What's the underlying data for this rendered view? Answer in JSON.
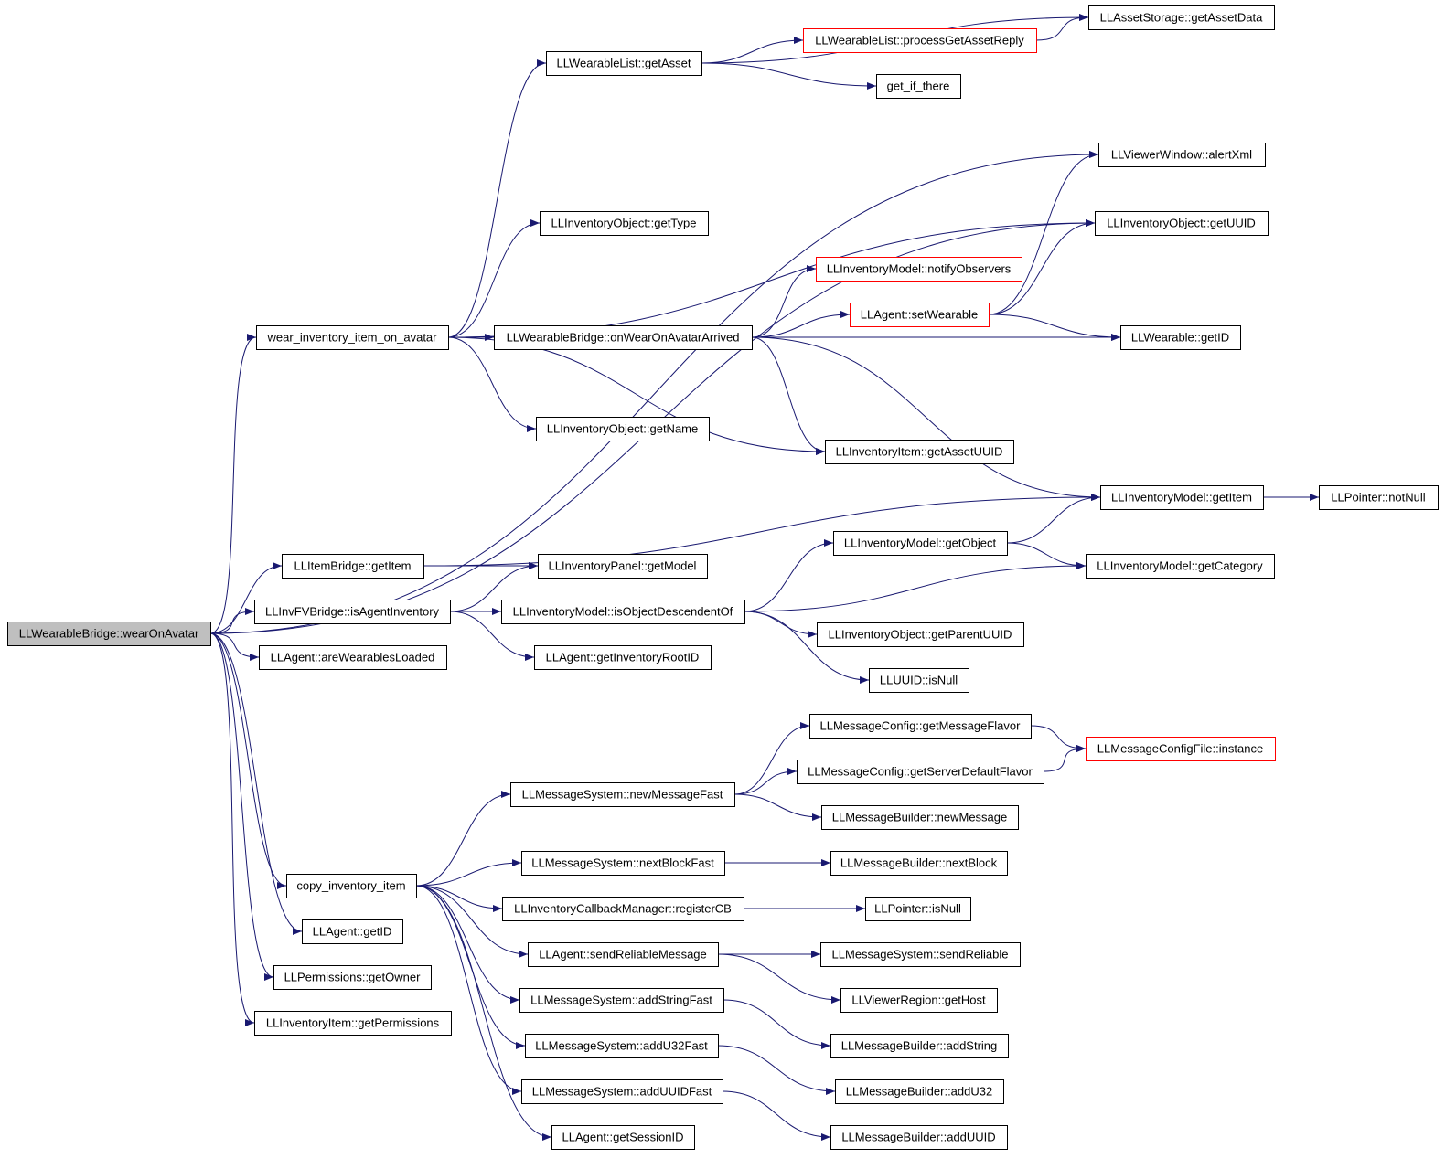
{
  "diagram": {
    "root": "LLWearableBridge::wearOnAvatar",
    "nodes": [
      {
        "id": "wearOnAvatar",
        "label": "LLWearableBridge::wearOnAvatar",
        "style": "root"
      },
      {
        "id": "wearInvItem",
        "label": "wear_inventory_item_on_avatar",
        "style": "normal"
      },
      {
        "id": "itemGetItem",
        "label": "LLItemBridge::getItem",
        "style": "normal"
      },
      {
        "id": "isAgentInv",
        "label": "LLInvFVBridge::isAgentInventory",
        "style": "normal"
      },
      {
        "id": "areWearLoaded",
        "label": "LLAgent::areWearablesLoaded",
        "style": "normal"
      },
      {
        "id": "copyInvItem",
        "label": "copy_inventory_item",
        "style": "normal"
      },
      {
        "id": "agentGetID",
        "label": "LLAgent::getID",
        "style": "normal"
      },
      {
        "id": "permGetOwner",
        "label": "LLPermissions::getOwner",
        "style": "normal"
      },
      {
        "id": "invItemGetPerm",
        "label": "LLInventoryItem::getPermissions",
        "style": "normal"
      },
      {
        "id": "wlGetAsset",
        "label": "LLWearableList::getAsset",
        "style": "normal"
      },
      {
        "id": "invObjGetType",
        "label": "LLInventoryObject::getType",
        "style": "normal"
      },
      {
        "id": "onWearArrived",
        "label": "LLWearableBridge::onWearOnAvatarArrived",
        "style": "normal"
      },
      {
        "id": "invObjGetName",
        "label": "LLInventoryObject::getName",
        "style": "normal"
      },
      {
        "id": "invPanelGetModel",
        "label": "LLInventoryPanel::getModel",
        "style": "normal"
      },
      {
        "id": "isObjDesc",
        "label": "LLInventoryModel::isObjectDescendentOf",
        "style": "normal"
      },
      {
        "id": "getInvRootID",
        "label": "LLAgent::getInventoryRootID",
        "style": "normal"
      },
      {
        "id": "newMsgFast",
        "label": "LLMessageSystem::newMessageFast",
        "style": "normal"
      },
      {
        "id": "nextBlockFast",
        "label": "LLMessageSystem::nextBlockFast",
        "style": "normal"
      },
      {
        "id": "registerCB",
        "label": "LLInventoryCallbackManager::registerCB",
        "style": "normal"
      },
      {
        "id": "sendRelMsg",
        "label": "LLAgent::sendReliableMessage",
        "style": "normal"
      },
      {
        "id": "addStrFast",
        "label": "LLMessageSystem::addStringFast",
        "style": "normal"
      },
      {
        "id": "addU32Fast",
        "label": "LLMessageSystem::addU32Fast",
        "style": "normal"
      },
      {
        "id": "addUUIDFast",
        "label": "LLMessageSystem::addUUIDFast",
        "style": "normal"
      },
      {
        "id": "getSessionID",
        "label": "LLAgent::getSessionID",
        "style": "normal"
      },
      {
        "id": "procAssetReply",
        "label": "LLWearableList::processGetAssetReply",
        "style": "red"
      },
      {
        "id": "getIfThere",
        "label": "get_if_there",
        "style": "normal"
      },
      {
        "id": "notifyObs",
        "label": "LLInventoryModel::notifyObservers",
        "style": "red"
      },
      {
        "id": "setWearable",
        "label": "LLAgent::setWearable",
        "style": "red"
      },
      {
        "id": "getAssetUUID",
        "label": "LLInventoryItem::getAssetUUID",
        "style": "normal"
      },
      {
        "id": "modelGetObject",
        "label": "LLInventoryModel::getObject",
        "style": "normal"
      },
      {
        "id": "getParentUUID",
        "label": "LLInventoryObject::getParentUUID",
        "style": "normal"
      },
      {
        "id": "uuidIsNull",
        "label": "LLUUID::isNull",
        "style": "normal"
      },
      {
        "id": "getMsgFlavor",
        "label": "LLMessageConfig::getMessageFlavor",
        "style": "normal"
      },
      {
        "id": "getSrvDefFlavor",
        "label": "LLMessageConfig::getServerDefaultFlavor",
        "style": "normal"
      },
      {
        "id": "mbNewMessage",
        "label": "LLMessageBuilder::newMessage",
        "style": "normal"
      },
      {
        "id": "mbNextBlock",
        "label": "LLMessageBuilder::nextBlock",
        "style": "normal"
      },
      {
        "id": "ptrIsNull",
        "label": "LLPointer::isNull",
        "style": "normal"
      },
      {
        "id": "msSendReliable",
        "label": "LLMessageSystem::sendReliable",
        "style": "normal"
      },
      {
        "id": "regionGetHost",
        "label": "LLViewerRegion::getHost",
        "style": "normal"
      },
      {
        "id": "mbAddString",
        "label": "LLMessageBuilder::addString",
        "style": "normal"
      },
      {
        "id": "mbAddU32",
        "label": "LLMessageBuilder::addU32",
        "style": "normal"
      },
      {
        "id": "mbAddUUID",
        "label": "LLMessageBuilder::addUUID",
        "style": "normal"
      },
      {
        "id": "assetGetData",
        "label": "LLAssetStorage::getAssetData",
        "style": "normal"
      },
      {
        "id": "alertXml",
        "label": "LLViewerWindow::alertXml",
        "style": "normal"
      },
      {
        "id": "invObjGetUUID",
        "label": "LLInventoryObject::getUUID",
        "style": "normal"
      },
      {
        "id": "wearableGetID",
        "label": "LLWearable::getID",
        "style": "normal"
      },
      {
        "id": "modelGetItem",
        "label": "LLInventoryModel::getItem",
        "style": "normal"
      },
      {
        "id": "modelGetCategory",
        "label": "LLInventoryModel::getCategory",
        "style": "normal"
      },
      {
        "id": "msgCfgInstance",
        "label": "LLMessageConfigFile::instance",
        "style": "red"
      },
      {
        "id": "ptrNotNull",
        "label": "LLPointer::notNull",
        "style": "normal"
      }
    ],
    "edges": [
      [
        "wearOnAvatar",
        "wearInvItem"
      ],
      [
        "wearOnAvatar",
        "itemGetItem"
      ],
      [
        "wearOnAvatar",
        "isAgentInv"
      ],
      [
        "wearOnAvatar",
        "areWearLoaded"
      ],
      [
        "wearOnAvatar",
        "copyInvItem"
      ],
      [
        "wearOnAvatar",
        "agentGetID"
      ],
      [
        "wearOnAvatar",
        "permGetOwner"
      ],
      [
        "wearOnAvatar",
        "invItemGetPerm"
      ],
      [
        "wearOnAvatar",
        "alertXml"
      ],
      [
        "wearOnAvatar",
        "invObjGetUUID"
      ],
      [
        "wearInvItem",
        "wlGetAsset"
      ],
      [
        "wearInvItem",
        "invObjGetType"
      ],
      [
        "wearInvItem",
        "onWearArrived"
      ],
      [
        "wearInvItem",
        "invObjGetName"
      ],
      [
        "wearInvItem",
        "getAssetUUID"
      ],
      [
        "wearInvItem",
        "invObjGetUUID"
      ],
      [
        "wlGetAsset",
        "procAssetReply"
      ],
      [
        "wlGetAsset",
        "getIfThere"
      ],
      [
        "wlGetAsset",
        "assetGetData"
      ],
      [
        "procAssetReply",
        "assetGetData"
      ],
      [
        "onWearArrived",
        "notifyObs"
      ],
      [
        "onWearArrived",
        "setWearable"
      ],
      [
        "onWearArrived",
        "wearableGetID"
      ],
      [
        "onWearArrived",
        "getAssetUUID"
      ],
      [
        "onWearArrived",
        "modelGetItem"
      ],
      [
        "setWearable",
        "alertXml"
      ],
      [
        "setWearable",
        "invObjGetUUID"
      ],
      [
        "setWearable",
        "wearableGetID"
      ],
      [
        "itemGetItem",
        "invPanelGetModel"
      ],
      [
        "itemGetItem",
        "modelGetItem"
      ],
      [
        "isAgentInv",
        "invPanelGetModel"
      ],
      [
        "isAgentInv",
        "isObjDesc"
      ],
      [
        "isAgentInv",
        "getInvRootID"
      ],
      [
        "isObjDesc",
        "modelGetObject"
      ],
      [
        "isObjDesc",
        "modelGetCategory"
      ],
      [
        "isObjDesc",
        "getParentUUID"
      ],
      [
        "isObjDesc",
        "uuidIsNull"
      ],
      [
        "modelGetObject",
        "modelGetItem"
      ],
      [
        "modelGetObject",
        "modelGetCategory"
      ],
      [
        "modelGetItem",
        "ptrNotNull"
      ],
      [
        "copyInvItem",
        "newMsgFast"
      ],
      [
        "copyInvItem",
        "nextBlockFast"
      ],
      [
        "copyInvItem",
        "registerCB"
      ],
      [
        "copyInvItem",
        "sendRelMsg"
      ],
      [
        "copyInvItem",
        "addStrFast"
      ],
      [
        "copyInvItem",
        "addU32Fast"
      ],
      [
        "copyInvItem",
        "addUUIDFast"
      ],
      [
        "copyInvItem",
        "getSessionID"
      ],
      [
        "newMsgFast",
        "getMsgFlavor"
      ],
      [
        "newMsgFast",
        "getSrvDefFlavor"
      ],
      [
        "newMsgFast",
        "mbNewMessage"
      ],
      [
        "getMsgFlavor",
        "msgCfgInstance"
      ],
      [
        "getSrvDefFlavor",
        "msgCfgInstance"
      ],
      [
        "nextBlockFast",
        "mbNextBlock"
      ],
      [
        "registerCB",
        "ptrIsNull"
      ],
      [
        "sendRelMsg",
        "msSendReliable"
      ],
      [
        "sendRelMsg",
        "regionGetHost"
      ],
      [
        "addStrFast",
        "mbAddString"
      ],
      [
        "addU32Fast",
        "mbAddU32"
      ],
      [
        "addUUIDFast",
        "mbAddUUID"
      ]
    ]
  }
}
